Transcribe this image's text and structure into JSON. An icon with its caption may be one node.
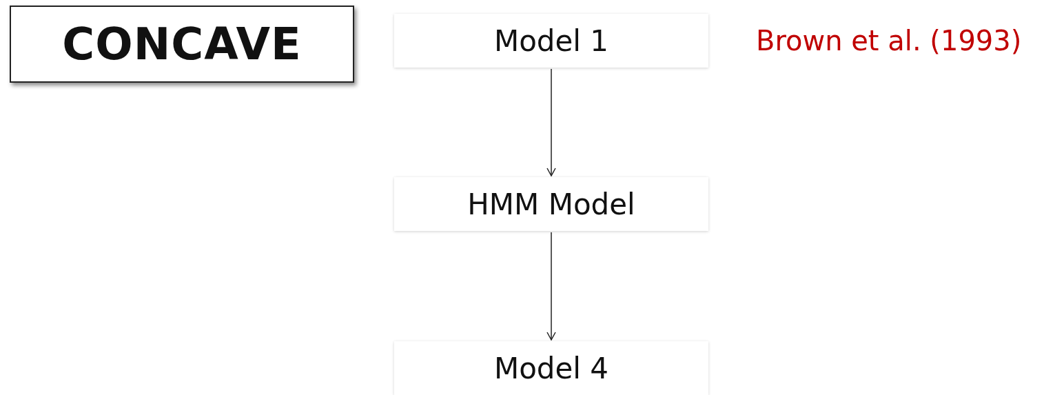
{
  "diagram": {
    "nodes": [
      {
        "text": [
          "CONCAVE"
        ]
      },
      {
        "text": [
          "Model 1"
        ],
        "beside": [
          "Brown et al. (1993)"
        ]
      },
      {
        "text": [
          "HMM Model"
        ]
      },
      {
        "text": [
          "Model 4"
        ]
      }
    ],
    "edges": [
      {
        "from": 1,
        "to": 2,
        "arrow": "to"
      },
      {
        "from": 2,
        "to": 3,
        "arrow": "to"
      }
    ]
  }
}
